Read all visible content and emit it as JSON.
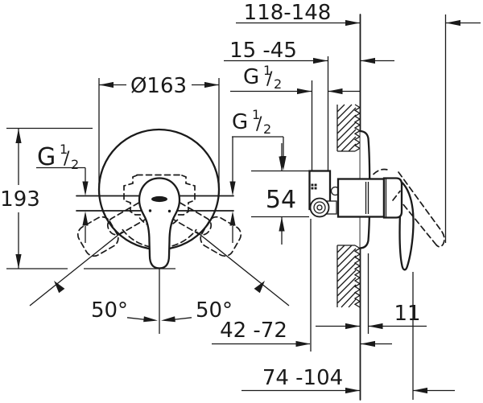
{
  "dimensions": {
    "escutcheon_diameter": "Ø163",
    "total_height": "193",
    "wall_to_open_lever": "118-148",
    "rough_in_depth_range": "15 -45",
    "connection_height": "54",
    "swing_angle_left": "50°",
    "swing_angle_right": "50°",
    "body_depth_range": "42 -72",
    "escutcheon_gap": "11",
    "lever_depth_range": "74 -104"
  },
  "thread_label": {
    "g": "G",
    "sup": "1",
    "slash": "/",
    "sub": "2"
  }
}
